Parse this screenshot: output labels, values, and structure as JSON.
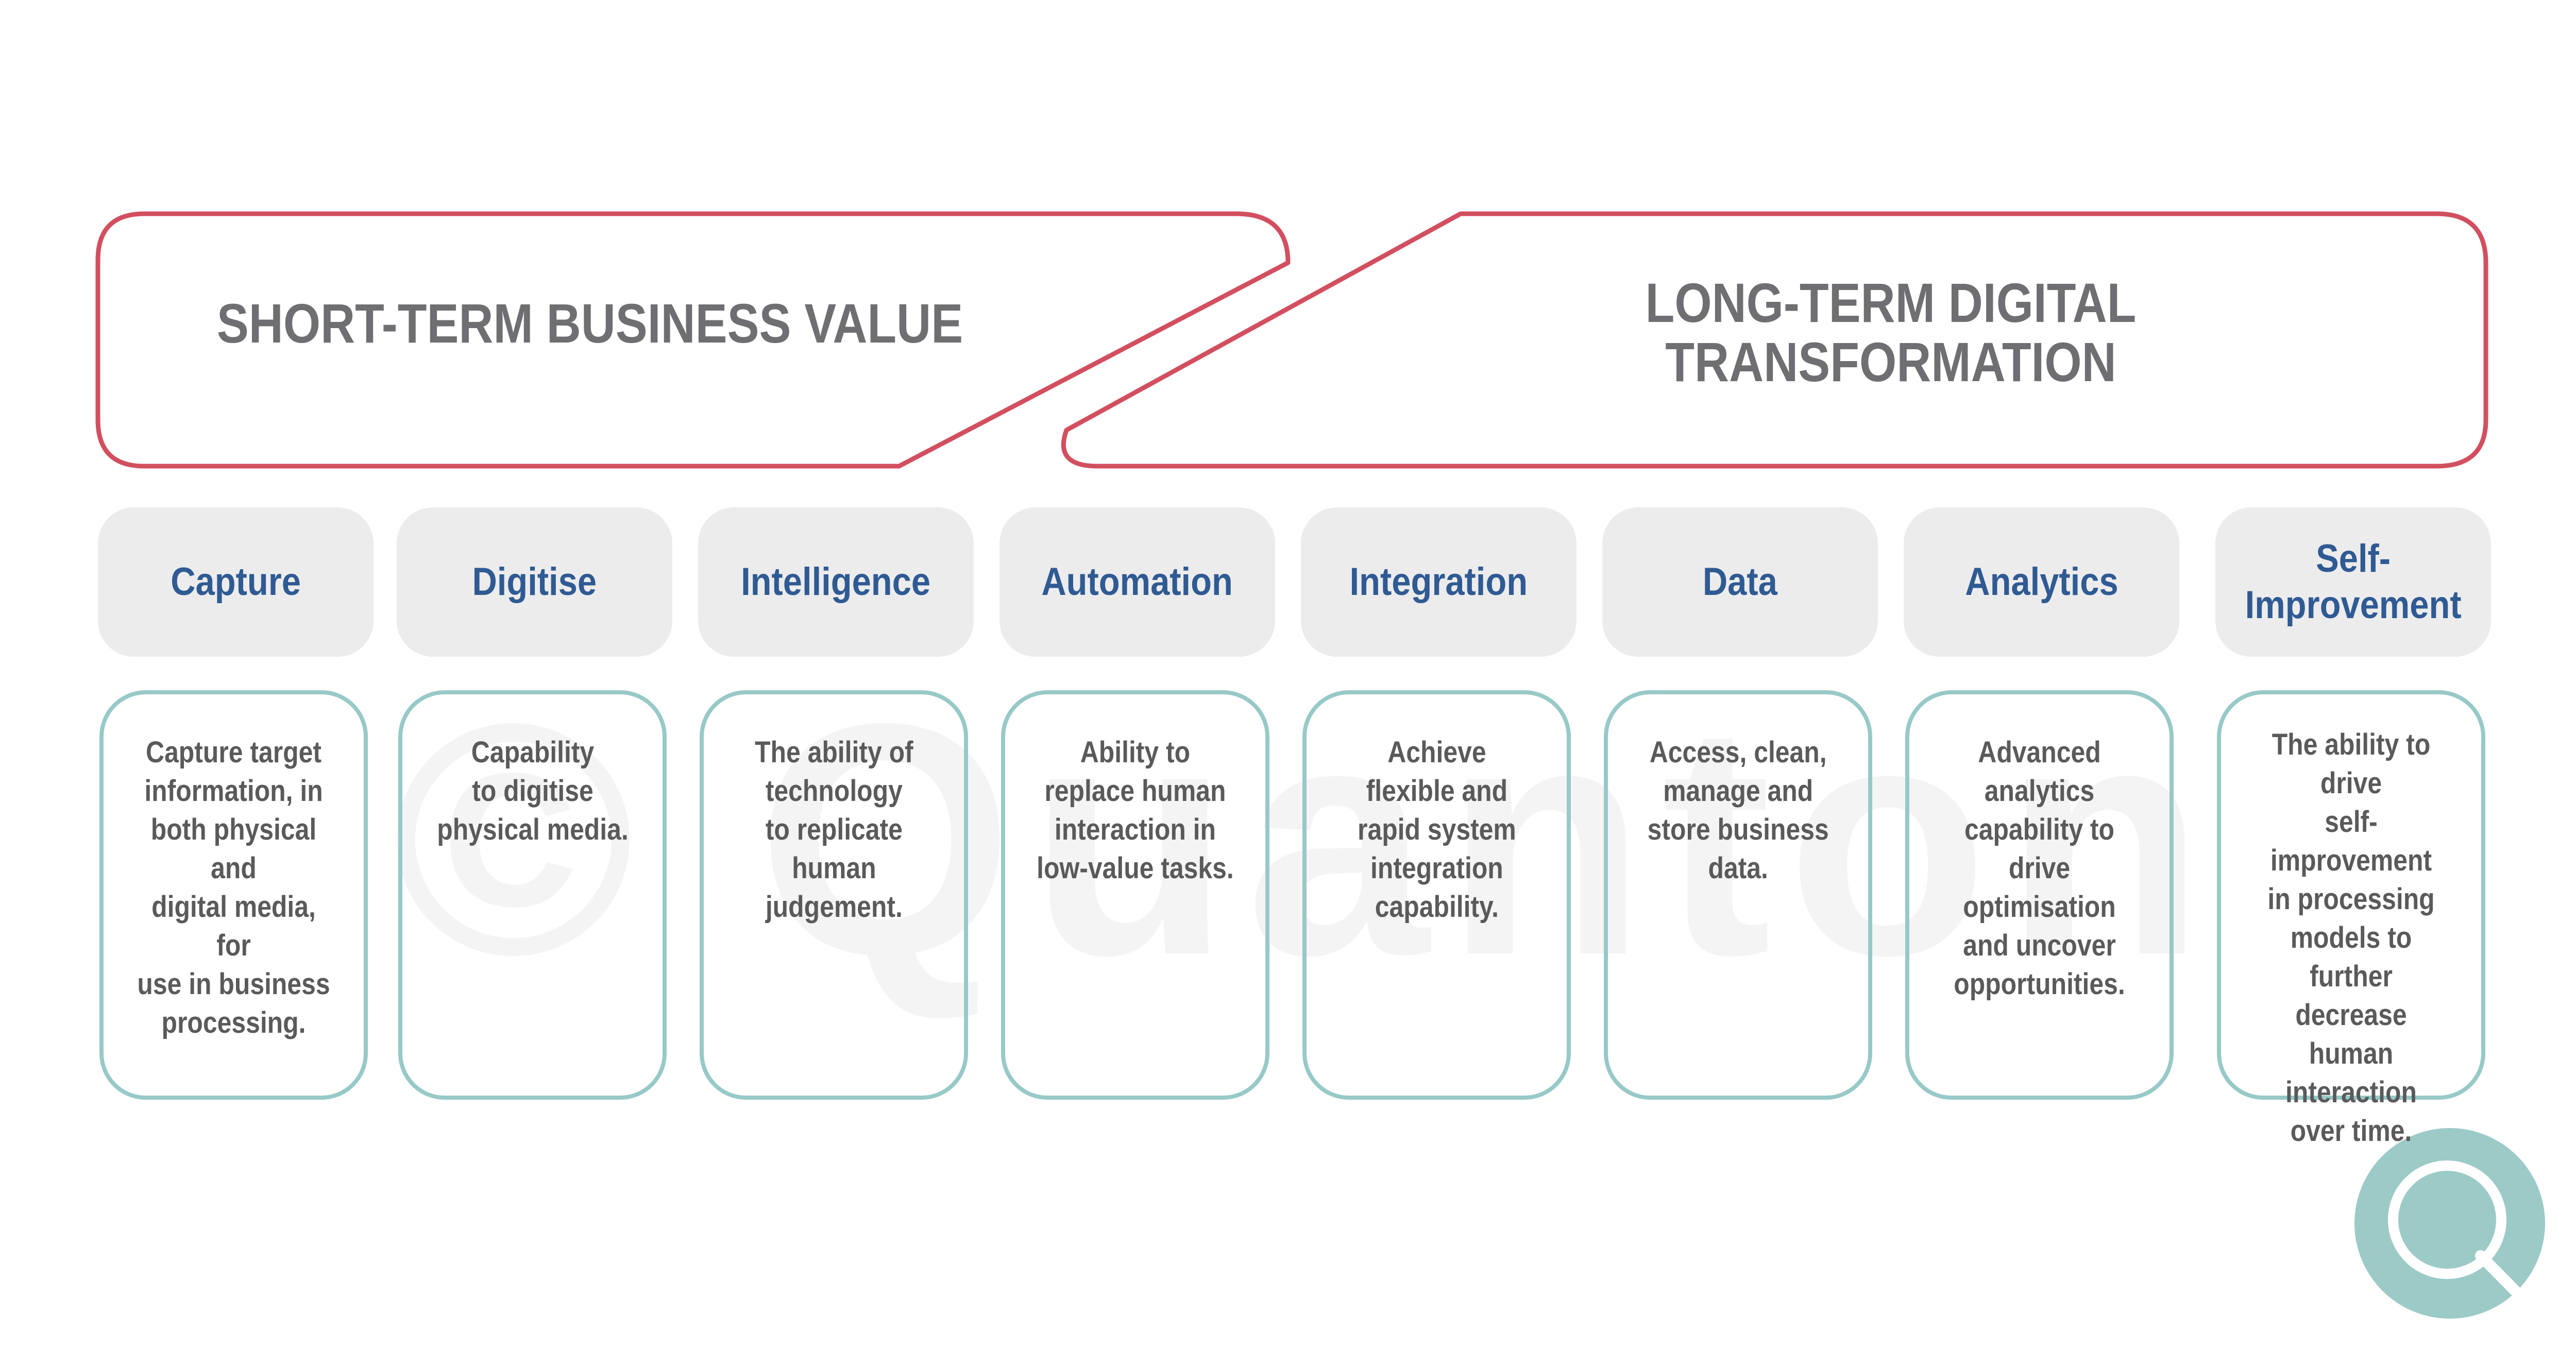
{
  "banners": {
    "short_term": "SHORT-TERM BUSINESS VALUE",
    "long_term_line1": "LONG-TERM DIGITAL",
    "long_term_line2": "TRANSFORMATION"
  },
  "stages": [
    {
      "title": "Capture",
      "description": "Capture target\ninformation, in\nboth physical and\ndigital media, for\nuse in business\nprocessing."
    },
    {
      "title": "Digitise",
      "description": "Capability\nto digitise\nphysical media."
    },
    {
      "title": "Intelligence",
      "description": "The ability of\ntechnology\nto replicate\nhuman\njudgement."
    },
    {
      "title": "Automation",
      "description": "Ability to\nreplace human\ninteraction in\nlow-value tasks."
    },
    {
      "title": "Integration",
      "description": "Achieve\nflexible and\nrapid system\nintegration\ncapability."
    },
    {
      "title": "Data",
      "description": "Access, clean,\nmanage and\nstore business\ndata."
    },
    {
      "title": "Analytics",
      "description": "Advanced\nanalytics\ncapability to drive\noptimisation\nand uncover\nopportunities."
    },
    {
      "title": "Self-\nImprovement",
      "description": "The ability to drive\nself-improvement\nin processing\nmodels to\nfurther decrease\nhuman\ninteraction\nover time."
    }
  ],
  "watermark": "© Quanton",
  "colors": {
    "banner_outline": "#d24f60",
    "banner_text": "#6f6e72",
    "pill_bg": "#ececed",
    "pill_text": "#2f5a93",
    "card_border": "#97c9c7",
    "card_text": "#5a5a5c",
    "logo": "#9ccac7"
  },
  "logo_icon": "quanton-q-logo"
}
